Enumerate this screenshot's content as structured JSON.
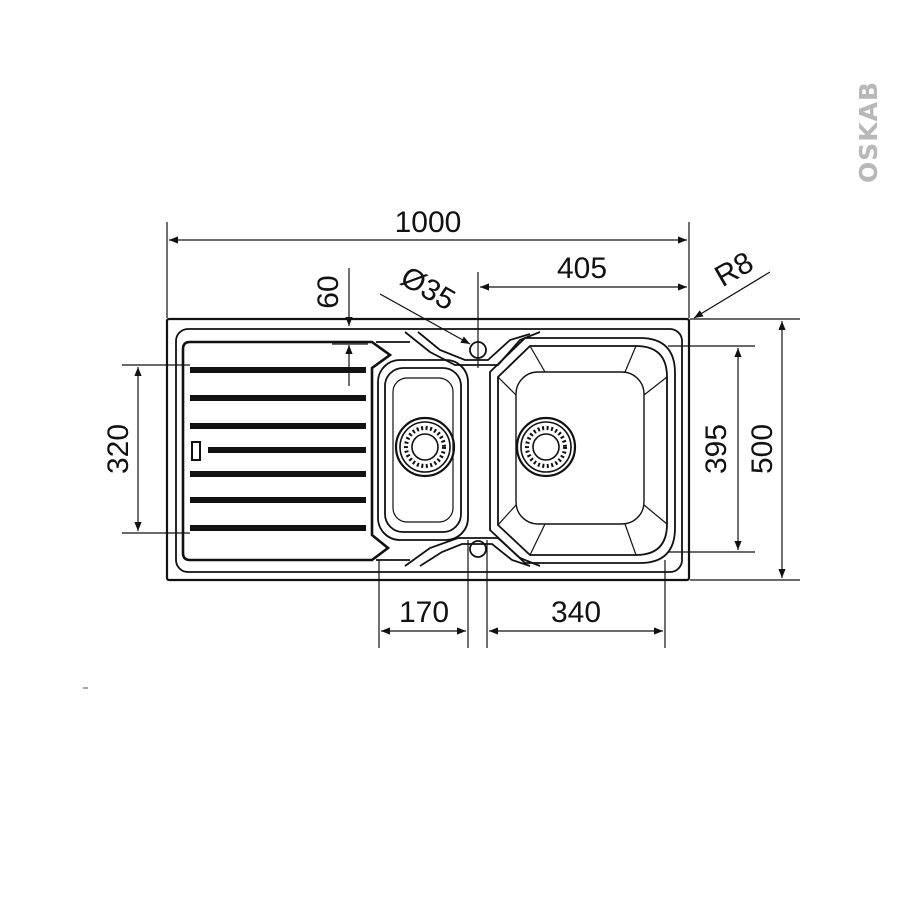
{
  "brand": {
    "logo_text": "OSKAB"
  },
  "dimensions": {
    "overall_width": "1000",
    "right_offset": "405",
    "corner_radius": "R8",
    "tap_hole": "Ø35",
    "drainer_offset": "60",
    "drainer_depth": "320",
    "bowl_depth": "395",
    "overall_depth": "500",
    "small_bowl_width": "170",
    "large_bowl_width": "340"
  }
}
